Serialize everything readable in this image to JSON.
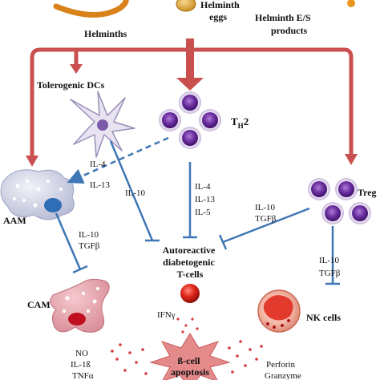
{
  "sources": {
    "helminths": "Helminths",
    "helminth_eggs_line1": "Helminth",
    "helminth_eggs_line2": "eggs",
    "es_products_line1": "Helminth E/S",
    "es_products_line2": "products"
  },
  "cells": {
    "tolerogenic_dcs": "Tolerogenic DCs",
    "th2_main": "T",
    "th2_sub": "H",
    "th2_suffix": "2",
    "aam": "AAM",
    "treg": "Treg",
    "cam": "CAM",
    "tcells_line1": "Autoreactive",
    "tcells_line2": "diabetogenic",
    "tcells_line3": "T-cells",
    "nk_cells": "NK cells",
    "beta_line1": "ß-cell",
    "beta_line2": "apoptosis"
  },
  "cytokines": {
    "dc_to_aam_1": "IL-4",
    "dc_to_aam_2": "IL-13",
    "dc_to_tcell": "IL-10",
    "th2_1": "IL-4",
    "th2_2": "IL-13",
    "th2_3": "IL-5",
    "aam_1": "IL-10",
    "aam_2": "TGFβ",
    "treg_1": "IL-10",
    "treg_2": "TGFβ",
    "nk_1": "IL-10",
    "nk_2": "TGFβ",
    "ifn": "IFNγ",
    "cam_1": "NO",
    "cam_2": "IL-1ß",
    "cam_3": "TNFα",
    "nk_out_1": "Perforin",
    "nk_out_2": "Granzyme"
  },
  "colors": {
    "red_arrow": "#c9504e",
    "blue_line": "#3f76b5",
    "purple_cell": "#6b2fa0",
    "cell_red": "#d8291f",
    "macrophage": "#d7dae9",
    "nucleus_blue": "#2f6eb6"
  }
}
